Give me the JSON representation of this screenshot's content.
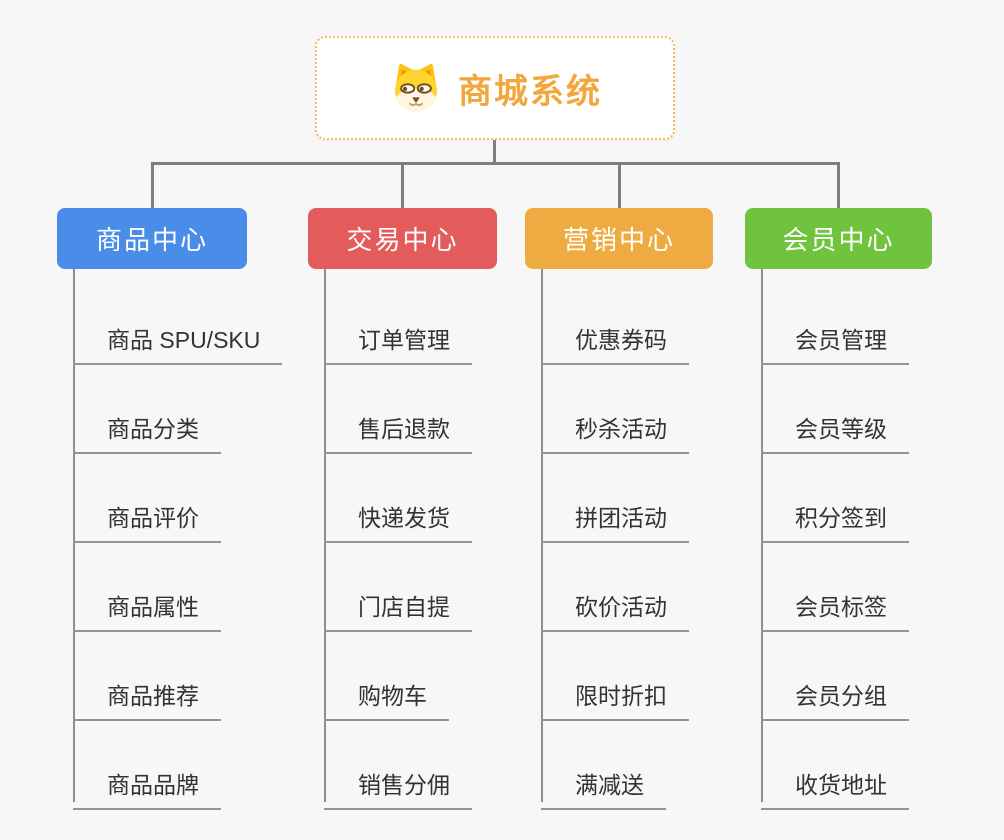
{
  "background_color": "#f7f7f7",
  "connector_color": "#7f7f7f",
  "root": {
    "title": "商城系统",
    "icon": "shiba-dog-icon",
    "text_color": "#f2a73c",
    "border_color": "#f4ba5e"
  },
  "branches": [
    {
      "label": "商品中心",
      "color": "#4a8de8",
      "children": [
        "商品 SPU/SKU",
        "商品分类",
        "商品评价",
        "商品属性",
        "商品推荐",
        "商品品牌"
      ]
    },
    {
      "label": "交易中心",
      "color": "#e35b5b",
      "children": [
        "订单管理",
        "售后退款",
        "快递发货",
        "门店自提",
        "购物车",
        "销售分佣"
      ]
    },
    {
      "label": "营销中心",
      "color": "#edab41",
      "children": [
        "优惠券码",
        "秒杀活动",
        "拼团活动",
        "砍价活动",
        "限时折扣",
        "满减送"
      ]
    },
    {
      "label": "会员中心",
      "color": "#70c33c",
      "children": [
        "会员管理",
        "会员等级",
        "积分签到",
        "会员标签",
        "会员分组",
        "收货地址"
      ]
    }
  ]
}
